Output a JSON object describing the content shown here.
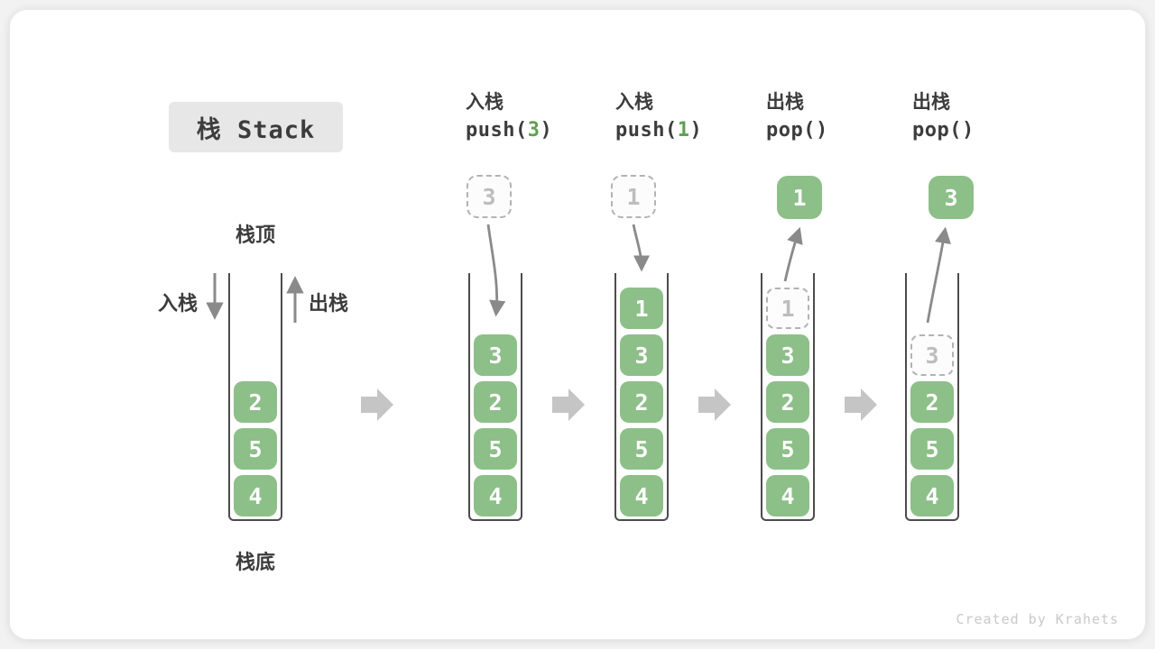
{
  "title": "栈 Stack",
  "labels": {
    "stack_top": "栈顶",
    "stack_bottom": "栈底",
    "push": "入栈",
    "pop": "出栈"
  },
  "credit": "Created by Krahets",
  "colors": {
    "cell_green": "#8dbf89",
    "code_green": "#5fa052",
    "arrow_gray": "#8a8a8a",
    "block_arrow": "#c5c5c5",
    "ghost_border": "#b3b3b3",
    "ghost_text": "#bdbdbd",
    "text_dark": "#3c3c3c",
    "title_bg": "#e7e7e7"
  },
  "stages": [
    {
      "cells": [
        "2",
        "5",
        "4"
      ]
    },
    {
      "op": "入栈",
      "code_open": "push(",
      "code_arg": "3",
      "code_close": ")",
      "float_value": "3",
      "cells": [
        "3",
        "2",
        "5",
        "4"
      ]
    },
    {
      "op": "入栈",
      "code_open": "push(",
      "code_arg": "1",
      "code_close": ")",
      "float_value": "1",
      "cells": [
        "1",
        "3",
        "2",
        "5",
        "4"
      ]
    },
    {
      "op": "出栈",
      "code_open": "pop(",
      "code_arg": "",
      "code_close": ")",
      "float_value": "1",
      "ghost_value": "1",
      "cells": [
        "3",
        "2",
        "5",
        "4"
      ]
    },
    {
      "op": "出栈",
      "code_open": "pop(",
      "code_arg": "",
      "code_close": ")",
      "float_value": "3",
      "ghost_value": "3",
      "cells": [
        "2",
        "5",
        "4"
      ]
    }
  ]
}
